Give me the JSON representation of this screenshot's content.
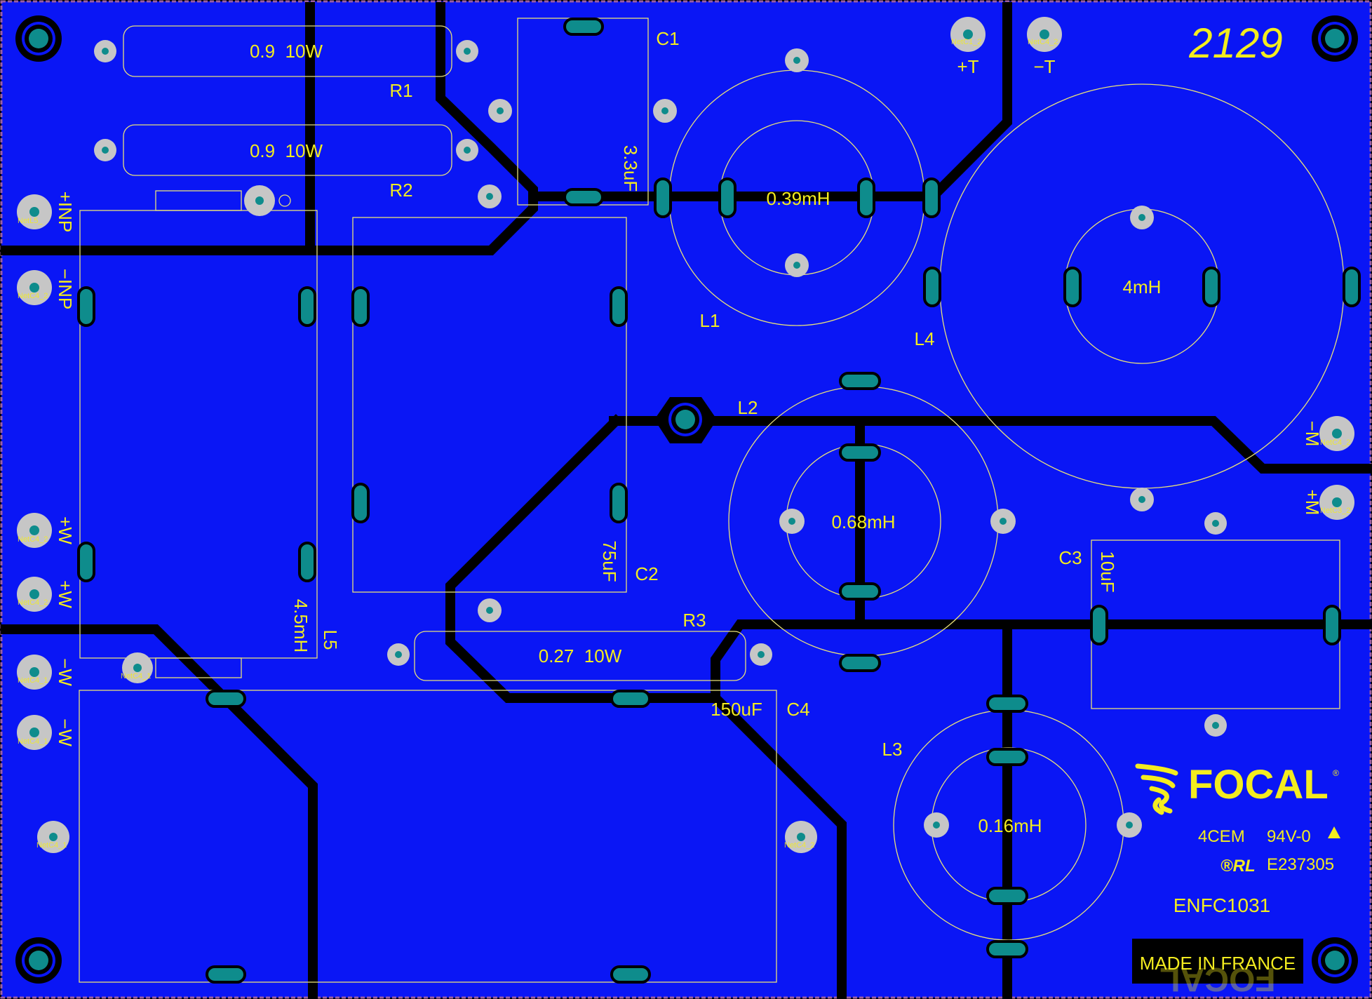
{
  "board_id": "2129",
  "part_number": "ENFC1031",
  "logo_text": "FOCAL",
  "logo_mark": "®",
  "cert_line1_left": "4CEM",
  "cert_line1_right": "94V-0",
  "cert_warning_icon": "triangle-icon",
  "cert_ul_mark": "®RL",
  "cert_line2": "E237305",
  "footer_text": "MADE IN FRANCE",
  "colors": {
    "board": "#0a16f5",
    "tracks": "#000000",
    "silkscreen": "#f3ec1f",
    "pads": "#0e8c8c",
    "border": "#9b5fa0"
  },
  "components": [
    {
      "ref": "R1",
      "value": "0.9  10W"
    },
    {
      "ref": "R2",
      "value": "0.9  10W"
    },
    {
      "ref": "R3",
      "value": "0.27  10W"
    },
    {
      "ref": "C1",
      "value": "3.3uF"
    },
    {
      "ref": "C2",
      "value": "75uF"
    },
    {
      "ref": "C3",
      "value": "10uF"
    },
    {
      "ref": "C4",
      "value": "150uF"
    },
    {
      "ref": "L1",
      "value": "0.39mH"
    },
    {
      "ref": "L2",
      "value": "0.68mH"
    },
    {
      "ref": "L3",
      "value": "0.16mH"
    },
    {
      "ref": "L4",
      "value": "4mH"
    },
    {
      "ref": "L5",
      "value": "4.5mH"
    }
  ],
  "terminals": {
    "plus_inp": "+INP",
    "minus_inp": "−INP",
    "plus_w_1": "+W",
    "plus_w_2": "+W",
    "minus_w_1": "−W",
    "minus_w_2": "−W",
    "plus_t": "+T",
    "minus_t": "−T",
    "minus_m": "−M",
    "plus_m": "+M"
  },
  "net_labels": {
    "inp_plus": "NetL5_",
    "inp_minus": "NetC4_2",
    "w_plus_1": "NetC4_2",
    "w_plus_2": "NetC4_2",
    "w_minus_1": "NetC4_1",
    "w_minus_2": "NetC4_1",
    "t_plus": "NetC1_2",
    "t_minus": "NetC4_2",
    "m_minus": "NetC4_2",
    "m_plus": "NetC3_2",
    "c4_left": "NetC4_1",
    "c4_right": "NetC4_2",
    "l5_bottom": "NetC4_1",
    "generic": "Net"
  }
}
